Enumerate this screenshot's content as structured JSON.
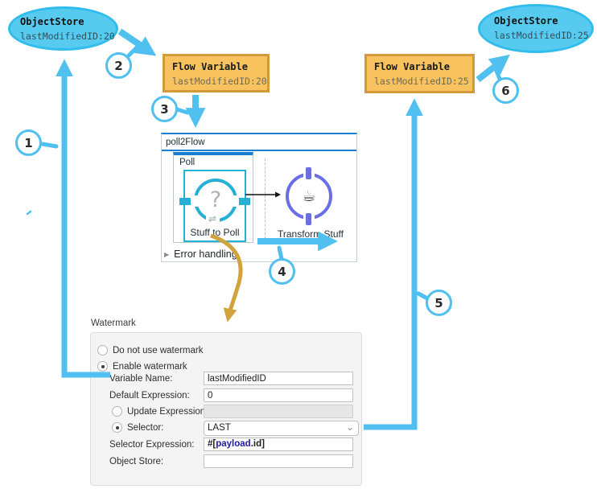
{
  "colors": {
    "cyan_arrow": "#4fc0ef",
    "ellipse_fill": "#57caef",
    "ellipse_border": "#30bcec",
    "flowvar_fill": "#f8c35f",
    "flowvar_border": "#d49a3a",
    "flow_header_blue": "#1b7fd1",
    "source_node_cyan": "#25b0d5",
    "transform_node_purple": "#6b6ee2",
    "orange_arrow": "#d2a23d"
  },
  "stores": {
    "left": {
      "title": "ObjectStore",
      "value": "lastModifiedID:20"
    },
    "right": {
      "title": "ObjectStore",
      "value": "lastModifiedID:25"
    }
  },
  "flow_vars": {
    "left": {
      "title": "Flow Variable",
      "value": "lastModifiedID:20"
    },
    "right": {
      "title": "Flow Variable",
      "value": "lastModifiedID:25"
    }
  },
  "flow": {
    "title": "poll2Flow",
    "scope_label": "Poll",
    "source_label": "Stuff to Poll",
    "source_icon": "?",
    "source_exchange_icon": "⇌",
    "transform_label": "Transform Stuff",
    "transform_icon": "☕",
    "error_toggle_icon": "▶",
    "error_label": "Error handling"
  },
  "steps": [
    "1",
    "2",
    "3",
    "4",
    "5",
    "6"
  ],
  "watermark": {
    "title": "Watermark",
    "options": {
      "disable": "Do not use watermark",
      "enable": "Enable watermark"
    },
    "fields": {
      "variable_name": {
        "label": "Variable Name:",
        "value": "lastModifiedID"
      },
      "default_expression": {
        "label": "Default Expression:",
        "value": "0"
      },
      "update_expression": {
        "label": "Update Expression:",
        "value": ""
      },
      "selector": {
        "label": "Selector:",
        "value": "LAST"
      },
      "selector_expression": {
        "label": "Selector Expression:",
        "prefix": "#[",
        "variable": "payload",
        "suffix": ".id]"
      },
      "object_store": {
        "label": "Object Store:",
        "value": ""
      }
    }
  }
}
